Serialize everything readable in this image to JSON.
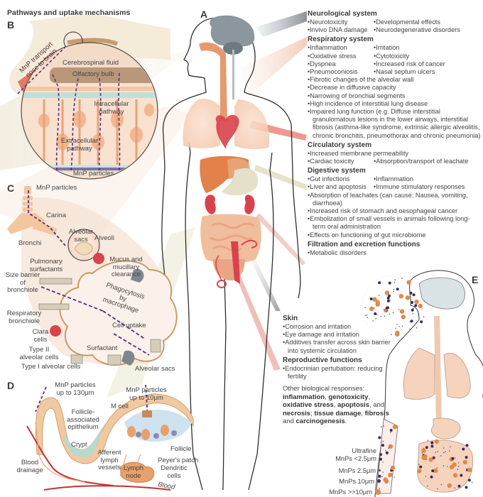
{
  "figure": {
    "title": "Pathways and uptake mechanisms",
    "panel_letters": {
      "a": "A",
      "b": "B",
      "c": "C",
      "d": "D",
      "e": "E"
    }
  },
  "panel_b": {
    "labels": {
      "transport": "MnP transport nose to brain",
      "csf": "Cerebrospinal fluid",
      "olfactory": "Olfactory bulb",
      "intracellular": "Intracellular pathway",
      "extracellular": "Extracellular pathway",
      "particles": "MnP particles"
    }
  },
  "panel_c": {
    "labels": {
      "particles": "MnP particles",
      "carina": "Carina",
      "bronchi": "Bronchi",
      "alveolar_sacs_top": "Alveolar sacs",
      "alveoli": "Alveoli",
      "pulmonary": "Pulmonary surfactants",
      "mucus": "Mucus and mucillary clearance",
      "size_barrier": "Size barrier of bronchiole",
      "phagocytosis": "Phagocytosis by macrophage",
      "resp_bronchiole": "Respiratory bronchiole",
      "cell_uptake": "Cell uptake",
      "clara": "Clara cells",
      "surfactant": "Surfactant",
      "type2": "Type II alveolar cells",
      "type1": "Type I alveolar cells",
      "alveolar_sacs": "Alveolar sacs"
    }
  },
  "panel_d": {
    "labels": {
      "particles_130": "MnP particles up to 130μm",
      "particles_10": "MnP particles up to 10μm",
      "m_cell": "M cell",
      "follicle_epi": "Follicle-associated epithelium",
      "crypt": "Crypt",
      "blood_drainage": "Blood drainage",
      "afferent": "Afferent lymph vessels",
      "follicle": "Follicle",
      "peyers": "Peyer's patch",
      "lymph_node": "Lymph node",
      "dendritic": "Dendritic cells",
      "blood": "Blood"
    }
  },
  "effects": {
    "neurological": {
      "heading": "Neurological system",
      "items": [
        "Neurotoxicity",
        "Developmental effects",
        "Invivo DNA damage",
        "Neurodegenerative disorders"
      ]
    },
    "respiratory": {
      "heading": "Respiratory system",
      "pairs": [
        "Inflammation",
        "Irritation",
        "Oxidative stress",
        "Cytotoxicity",
        "Dyspnea",
        "Increased risk of cancer",
        "Pneumoconiosis",
        "Nasal septum ulcers"
      ],
      "items": [
        "Fibrotic changes of the alveolar wall",
        "Decrease in diffusive capacity",
        "Narrowing of bronchial segments",
        "High incidence of interstitial lung disease",
        "Impaired lung function (e.g. Diffuse interstitial granulomatous lesions in the lower airways, interstitial fibrosis (asthma-like syndrome, extrinsic allergic alveolitis, chronic bronchitis, pneumothorax and chronic pneumonia)"
      ]
    },
    "circulatory": {
      "heading": "Circulatory system",
      "items": [
        "Increased membrane permeability"
      ],
      "pairs": [
        "Cardiac toxicity",
        "Absorption/transport of leachate"
      ]
    },
    "digestive": {
      "heading": "Digestive system",
      "pairs": [
        "Gut infections",
        "Inflammation",
        "Liver and apoptosis",
        "Immune stimulatory responses"
      ],
      "items": [
        "Absorption of leachates (can cause: Nausea, vomiting, diarrhoea)",
        "Increased risk of stomach and oesophageal cancer",
        "Embolization of small vessels in animals following long-term oral administration",
        "Effects on functioning of gut microbiome"
      ]
    },
    "filtration": {
      "heading": "Filtration and excretion functions",
      "items": [
        "Metabolic disorders"
      ]
    },
    "skin": {
      "heading": "Skin",
      "items": [
        "Corrosion and irritation",
        "Eye damage and irritation",
        "Additives transfer across skin barrier into systemic circulation"
      ]
    },
    "reproductive": {
      "heading": "Reproductive functions",
      "items": [
        "Endocrinian pertubation: reducing fertility"
      ]
    },
    "other": {
      "intro": "Other biological responses:",
      "t1": "inflammation",
      "s1": ", ",
      "t2": "genotoxicity",
      "s2": ", ",
      "t3": "oxidative stress",
      "s3": ", ",
      "t4": "apoptosis",
      "s4": ", and ",
      "t5": "necrosis",
      "s5": "; ",
      "t6": "tissue damage",
      "s6": ", ",
      "t7": "fibrosis",
      "s7": " and ",
      "t8": "carcinogenesis",
      "s8": "."
    }
  },
  "legend": {
    "items": [
      {
        "label": "Ultrafine MnPs <2.5μm",
        "color": "#5a3a6e",
        "size": 1
      },
      {
        "label": "MnPs 2.5μm",
        "color": "#5a3a6e",
        "size": 2
      },
      {
        "label": "MnPs 10μm",
        "color": "#3e2a5c",
        "size": 5
      },
      {
        "label": "MnPs >>10μm",
        "color": "#e08a4a",
        "size": 8
      }
    ],
    "line1": "Ultrafine",
    "line2": "MnPs <2.5μm",
    "l2": "MnPs 2.5μm",
    "l3": "MnPs 10μm",
    "l4": "MnPs >>10μm"
  },
  "colors": {
    "brain": "#8a959d",
    "respiratory": "#e8a27a",
    "heart": "#d9434c",
    "liver": "#e07a3f",
    "kidney": "#d9434c",
    "gut": "#f0b893",
    "particle_purple": "#5a2d7a",
    "particle_orange": "#e08a4a"
  }
}
